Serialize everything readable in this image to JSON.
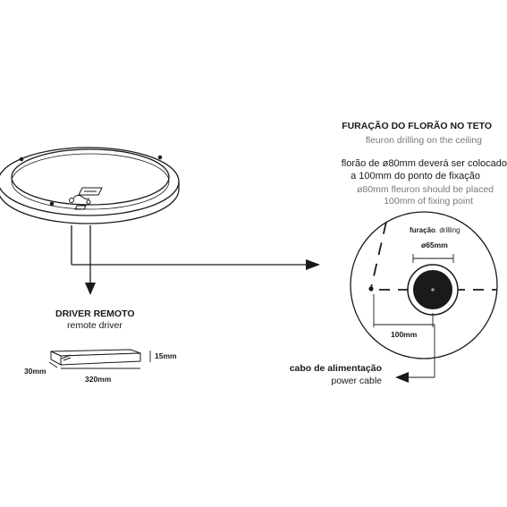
{
  "ceiling": {
    "title": "FURAÇÃO DO FLORÃO NO TETO",
    "title_en": "fleuron drilling on the ceiling",
    "note_pt_1": "florão de ø80mm deverá ser colocado",
    "note_pt_2": "a 100mm do ponto de fixação",
    "note_en_1": "ø80mm fleuron should be placed",
    "note_en_2": "100mm of fixing point"
  },
  "detail": {
    "drilling_label_pt": "furação",
    "drilling_label_sep": ". ",
    "drilling_label_en": "drilling",
    "hole_diameter": "ø65mm",
    "offset": "100mm"
  },
  "cable": {
    "label_pt": "cabo de alimentação",
    "label_en": "power cable"
  },
  "driver": {
    "title": "DRIVER REMOTO",
    "title_en": "remote driver",
    "height": "15mm",
    "width": "30mm",
    "length": "320mm"
  },
  "colors": {
    "line": "#1a1a1a",
    "muted_text": "#7a7a7a"
  }
}
